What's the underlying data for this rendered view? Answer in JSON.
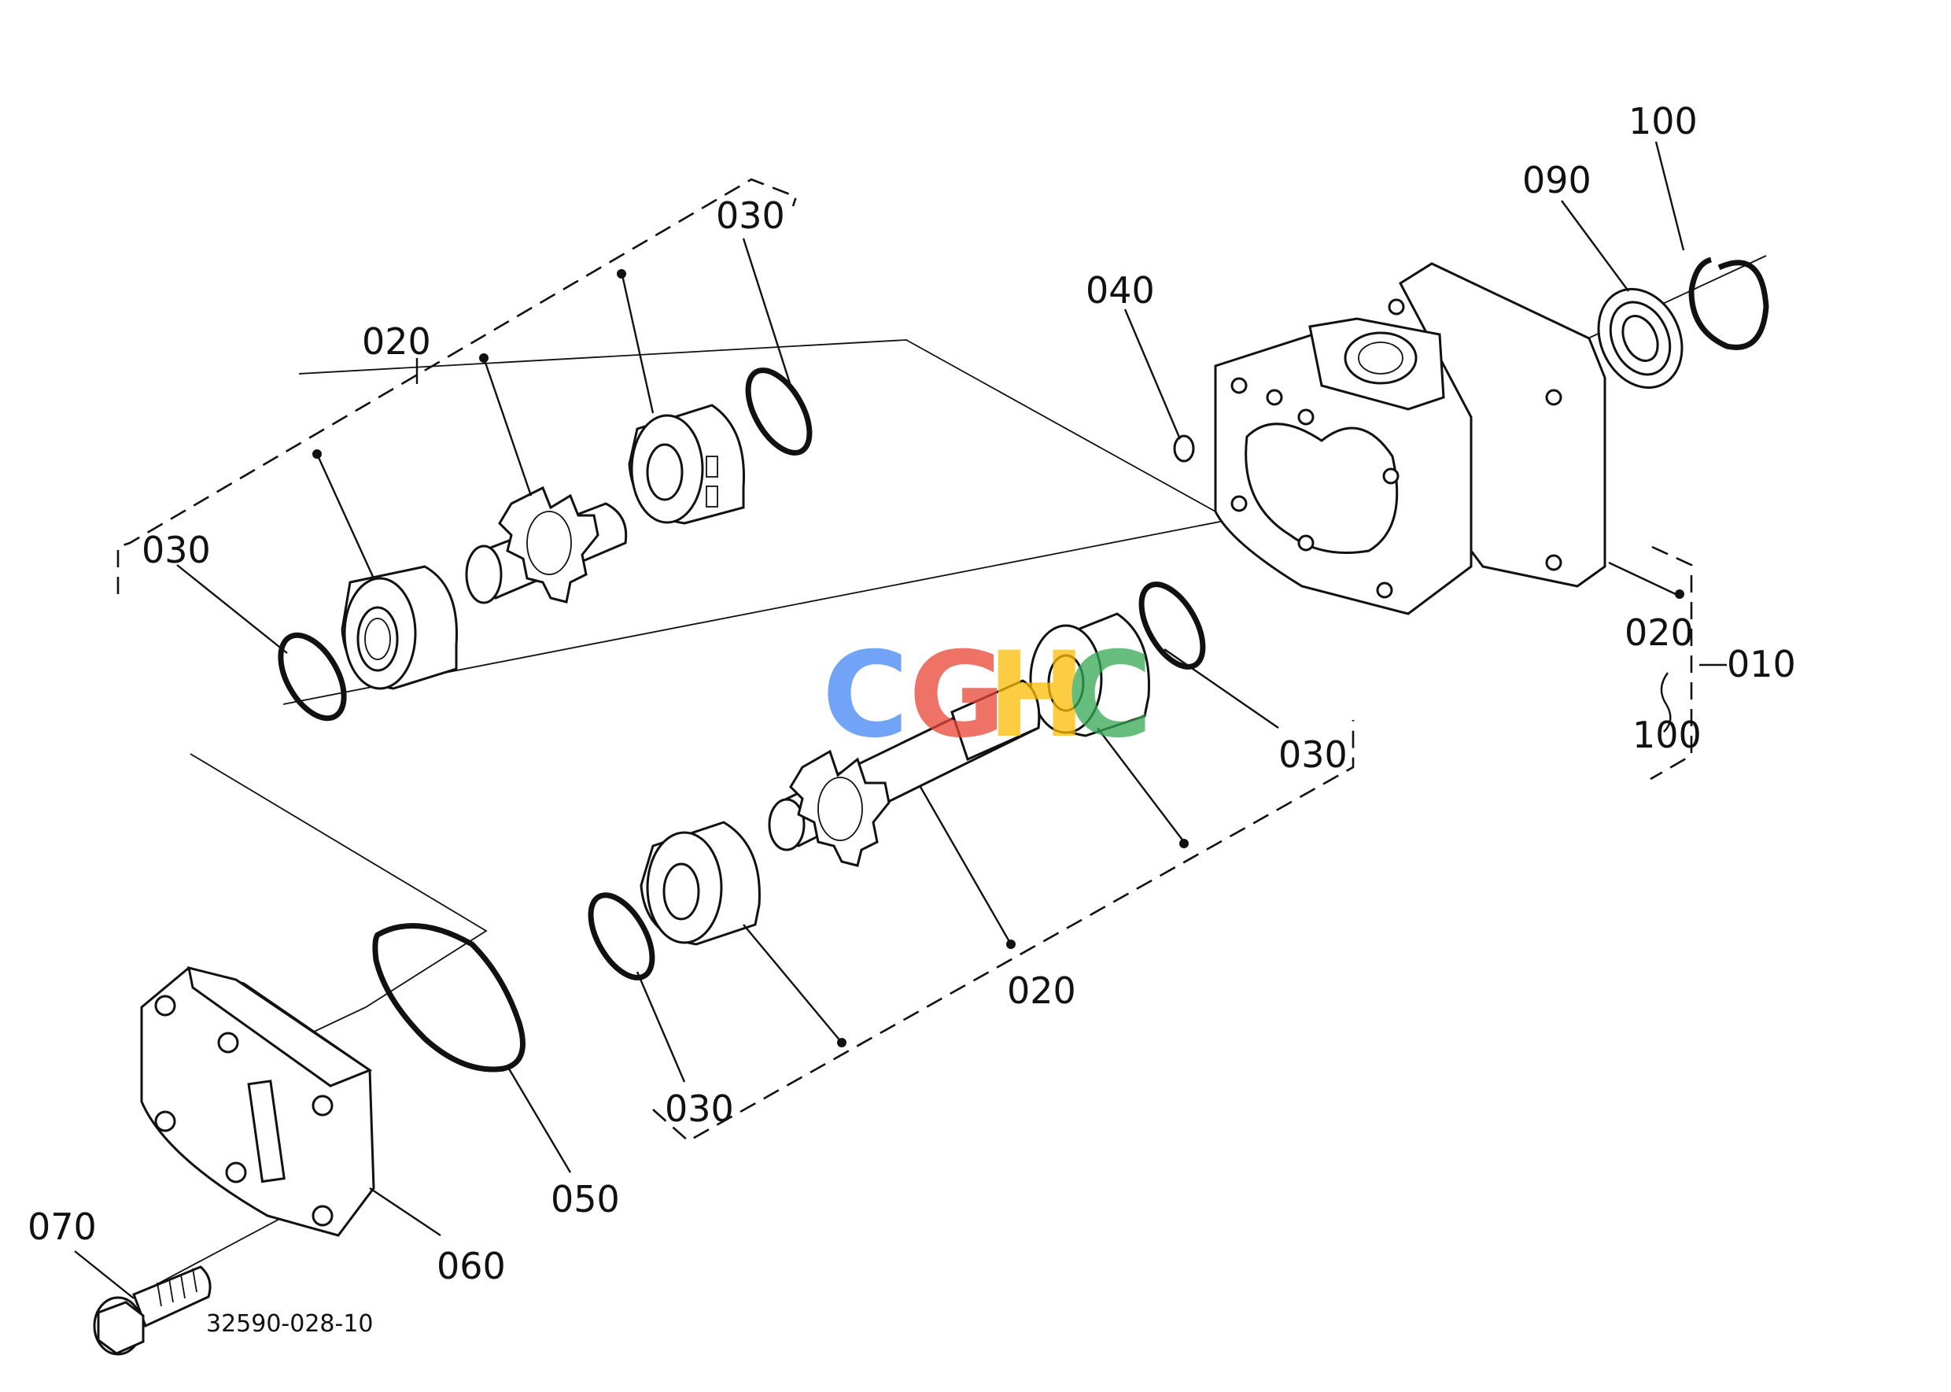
{
  "diagram": {
    "drawing_number": "32590-028-10",
    "labels": {
      "assembly": "010",
      "gear_upper": "020",
      "gear_lower": "020",
      "ring_right": "020",
      "oring_top": "030",
      "oring_left": "030",
      "oring_mid": "030",
      "oring_bottom": "030",
      "small_oring": "040",
      "large_oring": "050",
      "cover": "060",
      "bolt": "070",
      "seal": "090",
      "snap_ring": "100",
      "range_low": "100"
    },
    "watermark": {
      "letters": [
        "C",
        "G",
        "H",
        "C"
      ],
      "colors": [
        "#4285F4",
        "#EA4335",
        "#FBBC05",
        "#34A853"
      ]
    }
  }
}
